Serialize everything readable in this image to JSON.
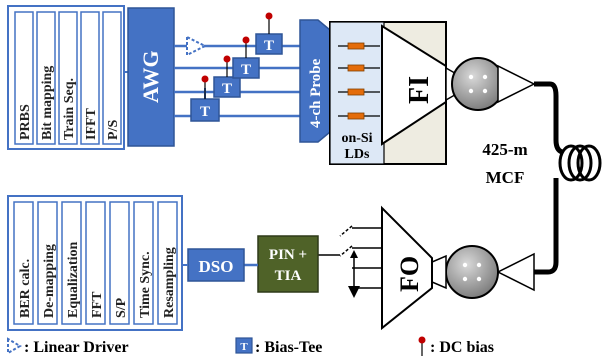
{
  "tx_dsp": {
    "blocks": [
      "PRBS",
      "Bit mapping",
      "Train Seq.",
      "IFFT",
      "P/S"
    ]
  },
  "awg": {
    "label": "AWG"
  },
  "probe": {
    "label": "4-ch Probe"
  },
  "bias_tee": {
    "label": "T"
  },
  "fi": {
    "label": "FI"
  },
  "lds": {
    "label_line1": "on-Si",
    "label_line2": "LDs"
  },
  "mcf": {
    "label_line1": "425-m",
    "label_line2": "MCF"
  },
  "fo": {
    "label": "FO"
  },
  "pin_tia": {
    "label_line1": "PIN +",
    "label_line2": "TIA"
  },
  "dso": {
    "label": "DSO"
  },
  "rx_dsp": {
    "blocks": [
      "BER calc.",
      "De-mapping",
      "Equalization",
      "FFT",
      "S/P",
      "Time Sync.",
      "Resampling"
    ]
  },
  "legend": {
    "driver": ": Linear Driver",
    "bias_tee": ": Bias-Tee",
    "bias_tee_icon": "T",
    "dc_bias": ": DC bias"
  },
  "colors": {
    "blue": "#4472c4",
    "light_blue_fill": "#dde8f6",
    "green": "#4f6228",
    "dc_bias_red": "#c00000",
    "fiber": "#000000"
  }
}
